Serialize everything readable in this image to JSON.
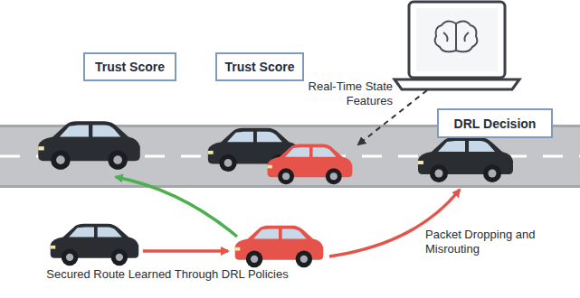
{
  "diagram": {
    "nodes": [
      {
        "text": [
          "Trust Score"
        ]
      },
      {
        "text": [
          "Trust Score"
        ]
      },
      {
        "text": [
          "DRL Decision"
        ]
      }
    ],
    "labels": [
      "Real-Time State Features",
      "Packet Dropping and Misrouting",
      "Secured Route Learned Through DRL Policies"
    ]
  }
}
